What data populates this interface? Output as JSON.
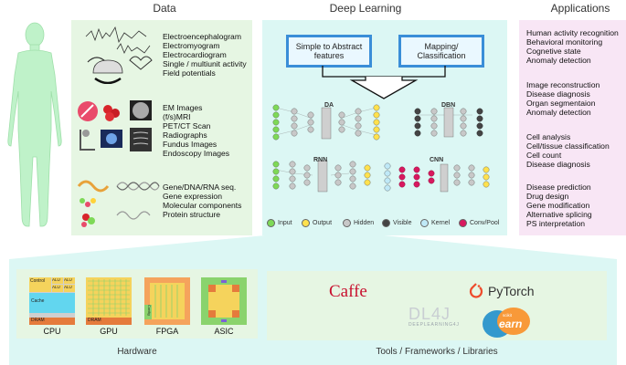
{
  "sections": {
    "data_title": "Data",
    "dl_title": "Deep Learning",
    "apps_title": "Applications"
  },
  "data": {
    "signals": [
      "Electroencephalogram",
      "Electromyogram",
      "Electrocardiogram",
      "Single / multiunit activity",
      "Field potentials"
    ],
    "images": [
      "EM Images",
      "(f/s)MRI",
      "PET/CT Scan",
      "Radiographs",
      "Fundus Images",
      "Endoscopy Images"
    ],
    "sequences": [
      "Gene/DNA/RNA seq.",
      "Gene expression",
      "Molecular components",
      "Protein structure"
    ]
  },
  "deep_learning": {
    "box_left": "Simple to Abstract features",
    "box_right": "Mapping/ Classification",
    "networks": [
      "DA",
      "DBN",
      "RNN",
      "CNN"
    ],
    "legend": [
      {
        "label": "Input",
        "color": "#7ed957"
      },
      {
        "label": "Output",
        "color": "#ffe14d"
      },
      {
        "label": "Hidden",
        "color": "#c8c8c8"
      },
      {
        "label": "Visible",
        "color": "#444444"
      },
      {
        "label": "Kernel",
        "color": "#bfe9f7"
      },
      {
        "label": "Conv/Pool",
        "color": "#d8185f"
      }
    ]
  },
  "applications": {
    "group1": [
      "Human activity recognition",
      "Behavioral monitoring",
      "Cognetive state",
      "Anomaly detection"
    ],
    "group2": [
      "Image reconstruction",
      "Disease diagnosis",
      "Organ segmentaion",
      "Anomaly detection"
    ],
    "group3": [
      "Cell analysis",
      "Cell/tissue classification",
      "Cell count",
      "Disease diagnosis"
    ],
    "group4": [
      "Disease prediction",
      "Drug design",
      "Gene modification",
      "Alternative splicing",
      "PS interpretation"
    ]
  },
  "hardware": {
    "caption": "Hardware",
    "items": [
      "CPU",
      "GPU",
      "FPGA",
      "ASIC"
    ],
    "cpu_parts": {
      "control": "Control",
      "alu": "ALU",
      "cache": "Cache",
      "dram": "DRAM"
    },
    "gpu_parts": {
      "dram": "DRAM"
    },
    "fpga_parts": {
      "config": "Config"
    }
  },
  "tools": {
    "caption": "Tools / Frameworks / Libraries",
    "caffe": "Caffe",
    "pytorch": "PyTorch",
    "dl4j": "DL4J",
    "dl4j_sub": "DEEPLEARNING4J",
    "sklearn_top": "scikit",
    "sklearn": "earn"
  },
  "colors": {
    "data_panel": "#e6f6e3",
    "dl_panel": "#dcf7f4",
    "apps_panel": "#f8e6f5",
    "body": "#bff2c9",
    "box_border": "#3a8ed8",
    "caffe_red": "#c8102e",
    "pytorch_orange": "#ee4c2c"
  }
}
